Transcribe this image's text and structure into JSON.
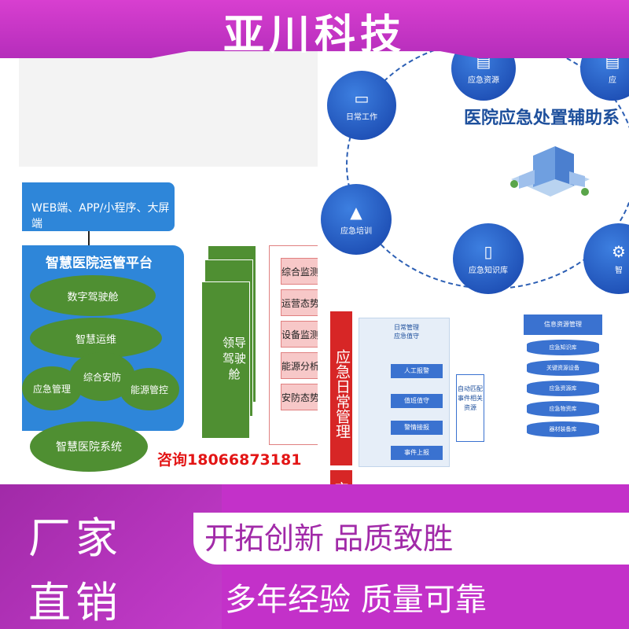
{
  "brand": {
    "title": "亚川科技"
  },
  "left_diagram": {
    "web_box": "WEB端、APP/小程序、大屏端",
    "platform_title": "智慧医院运管平台",
    "ovals": [
      "数字驾驶舱",
      "智慧运维",
      "应急管理",
      "综合安防",
      "能源管控"
    ],
    "cockpit_label": "领导驾驶舱",
    "monitor_items": [
      "综合监测",
      "运营态势",
      "设备监测",
      "能源分析",
      "安防态势"
    ],
    "hospital_system": "智慧医院系统",
    "consult_text": "咨询18066873181"
  },
  "right_diagram": {
    "system_title": "医院应急处置辅助系",
    "nodes": [
      {
        "label": "应急资源",
        "icon": "clipboard-icon"
      },
      {
        "label": "应",
        "icon": "clipboard-icon"
      },
      {
        "label": "日常工作",
        "icon": "monitor-icon"
      },
      {
        "label": "应急培训",
        "icon": "graduation-cap-icon"
      },
      {
        "label": "应急知识库",
        "icon": "book-icon"
      },
      {
        "label": "智",
        "icon": "gear-icon"
      }
    ],
    "side_label": "应急日常管理",
    "side_label_2": "应",
    "flow_header": [
      "日常管理",
      "应急值守"
    ],
    "flow_steps": [
      "人工报警",
      "值班值守",
      "警情接报",
      "事件上报"
    ],
    "match_box": "自动匹配事件相关资源",
    "info_header": "信息资源管理",
    "info_items": [
      "应急知识库",
      "关键资源设备",
      "应急资源库",
      "应急物资库",
      "器材装备库"
    ]
  },
  "bottom": {
    "left_line1": "厂家",
    "left_line2": "直销",
    "slogan1": "开拓创新  品质致胜",
    "slogan2": "多年经验  质量可靠"
  },
  "colors": {
    "brand_purple": "#c331c9",
    "diagram_blue": "#2e86d9",
    "diagram_green": "#4f8f32",
    "alert_red": "#d72626",
    "node_blue": "#1541a8"
  }
}
